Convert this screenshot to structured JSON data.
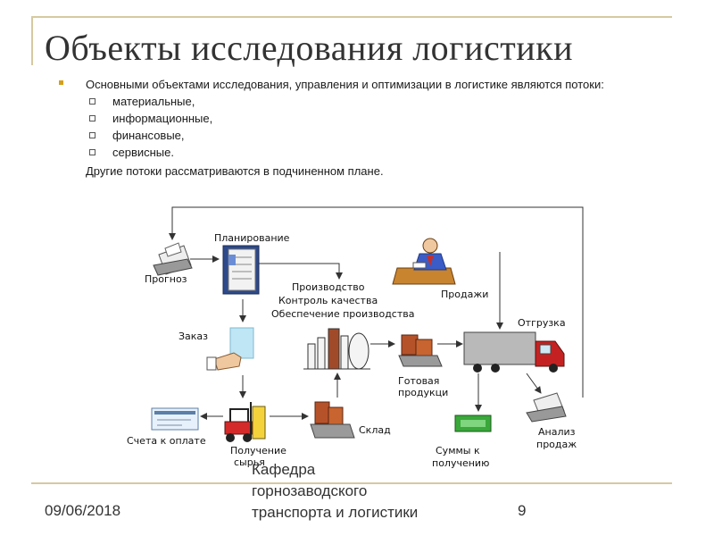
{
  "title": "Объекты исследования логистики",
  "intro": "Основными объектами исследования, управления и оптимизации в логистике являются потоки:",
  "flows": [
    "материальные,",
    "информационные,",
    "финансовые,",
    "сервисные."
  ],
  "outro": "Другие потоки рассматриваются в подчиненном плане.",
  "diagram": {
    "forecast": "Прогноз",
    "planning": "Планирование",
    "order": "Заказ",
    "production": [
      "Производство",
      "Контроль качества",
      "Обеспечение производства"
    ],
    "sales": "Продажи",
    "shipment": "Отгрузка",
    "finished_goods": [
      "Готовая",
      "продукци"
    ],
    "warehouse": "Склад",
    "raw_receipt": [
      "Получение",
      "сырья"
    ],
    "invoices": "Счета к оплате",
    "receivables": [
      "Суммы к",
      "получению"
    ],
    "sales_analysis": [
      "Анализ",
      "продаж"
    ]
  },
  "footer": {
    "date": "09/06/2018",
    "department": [
      "Кафедра",
      "горнозаводского",
      "транспорта и логистики"
    ],
    "page": "9"
  }
}
